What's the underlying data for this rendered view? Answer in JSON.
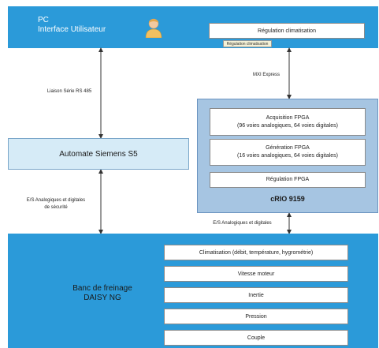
{
  "pc": {
    "title": "PC",
    "subtitle": "Interface Utilisateur"
  },
  "regulation_clim": {
    "label": "Régulation climatisation",
    "tooltip": "Régulation climatisation"
  },
  "links": {
    "rs485": "Liaison Série RS 485",
    "mxi": "MXI Express",
    "es_securite_1": "E/S Analogiques et digitales",
    "es_securite_2": "de sécurité",
    "es_analog": "E/S Analogiques et digitales"
  },
  "automate": {
    "label": "Automate Siemens S5"
  },
  "crio": {
    "title": "cRIO 9159",
    "acquisition_1": "Acquisition FPGA",
    "acquisition_2": "(96 voies analogiques, 64 voies digitales)",
    "generation_1": "Génération FPGA",
    "generation_2": "(16 voies analogiques, 64 voies digitales)",
    "regulation": "Régulation FPGA"
  },
  "banc": {
    "title_1": "Banc de freinage",
    "title_2": "DAISY NG",
    "items": [
      "Climatisation (débit, température, hygrométrie)",
      "Vitesse moteur",
      "Inertie",
      "Pression",
      "Couple"
    ]
  },
  "colors": {
    "accent": "#2b9ad9",
    "crio": "#a6c5e2",
    "automate": "#d6ebf7"
  }
}
